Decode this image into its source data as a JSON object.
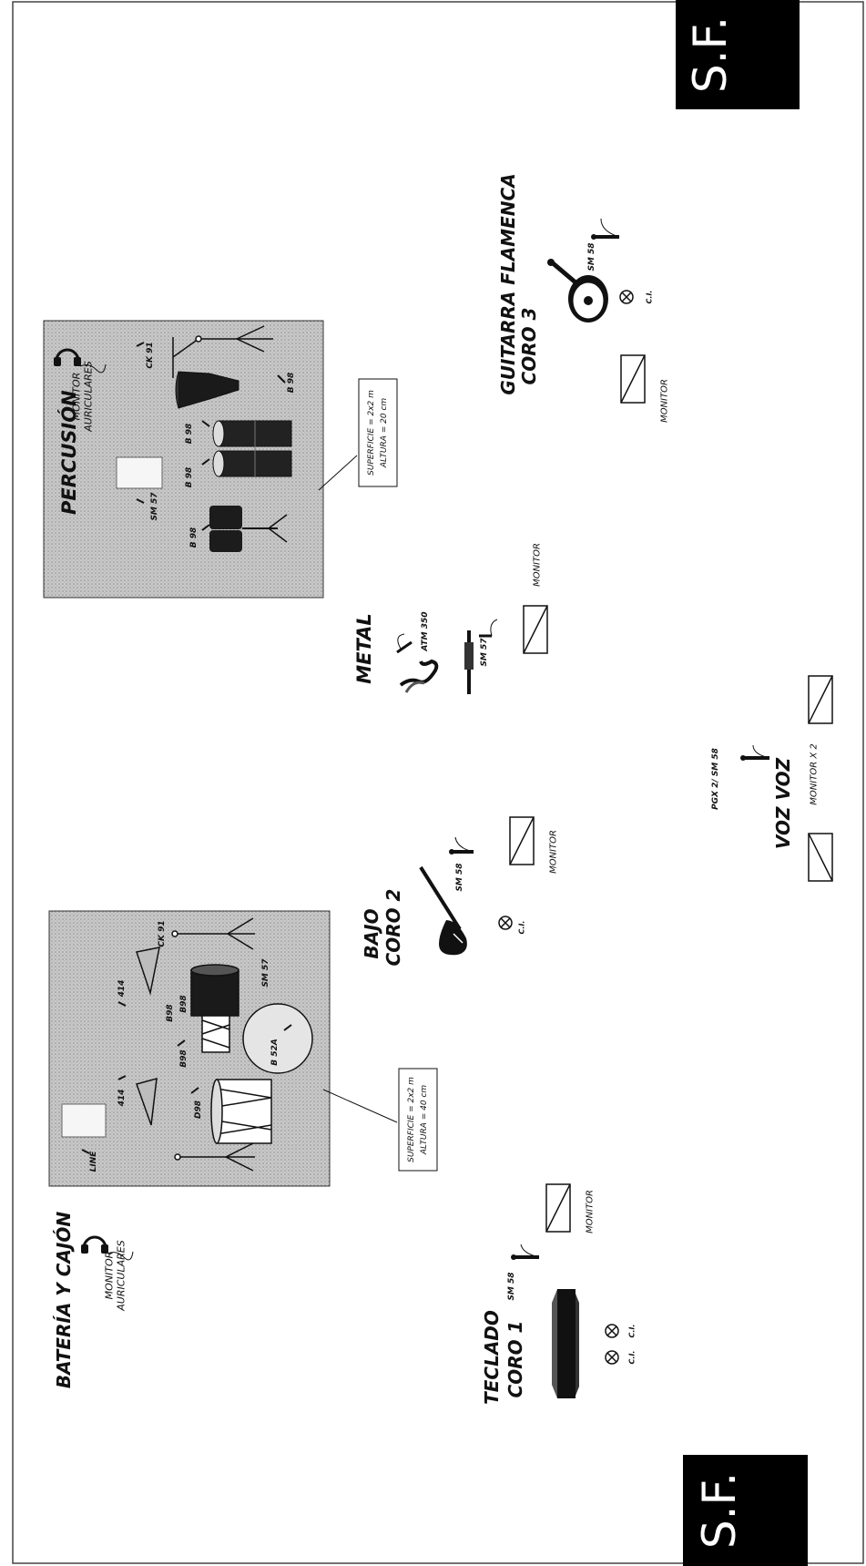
{
  "corner_badges": {
    "top": "S.F.",
    "bottom": "S.F."
  },
  "percussion": {
    "title": "PERCUSIÓN",
    "monitor_line1": "MONITOR",
    "monitor_line2": "AURICULARES",
    "mics": [
      "CK 91",
      "B 98",
      "B 98",
      "B 98",
      "SM 57",
      "B 98"
    ],
    "riser_line1": "SUPERFICIE = 2x2 m",
    "riser_line2": "ALTURA = 20 cm"
  },
  "drums": {
    "title": "BATERÍA Y CAJÓN",
    "monitor_line1": "MONITOR",
    "monitor_line2": "AURICULARES",
    "mics": [
      "LINE",
      "414",
      "414",
      "D98",
      "B98",
      "B98",
      "B98",
      "CK 91",
      "SM 57",
      "B 52A"
    ],
    "riser_line1": "SUPERFICIE = 2x2 m",
    "riser_line2": "ALTURA = 40 cm"
  },
  "guitar": {
    "title_line1": "GUITARRA FLAMENCA",
    "title_line2": "CORO 3",
    "mic": "SM 58",
    "di": "C.I.",
    "monitor": "MONITOR"
  },
  "metal": {
    "title": "METAL",
    "mic_sax": "ATM 350",
    "mic_trumpet": "SM 57",
    "monitor": "MONITOR"
  },
  "bass": {
    "title_line1": "BAJO",
    "title_line2": "CORO 2",
    "mic": "SM 58",
    "di": "C.I.",
    "monitor": "MONITOR"
  },
  "voice": {
    "title": "VOZ VOZ",
    "mic": "PGX 2/ SM 58",
    "monitor": "MONITOR X 2"
  },
  "keys": {
    "title_line1": "TECLADO",
    "title_line2": "CORO 1",
    "mic": "SM 58",
    "di_left": "C.I.",
    "di_right": "C.I.",
    "monitor": "MONITOR"
  }
}
